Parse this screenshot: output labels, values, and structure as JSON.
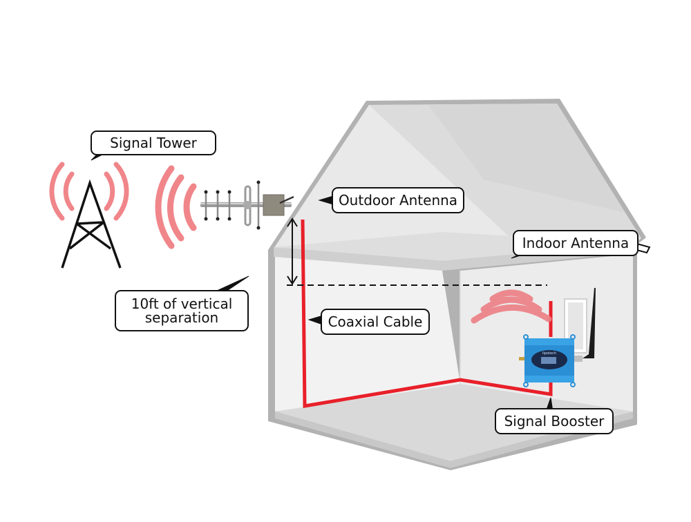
{
  "diagram": {
    "title": "Cell phone signal booster installation",
    "labels": {
      "signal_tower": "Signal Tower",
      "outdoor_antenna": "Outdoor Antenna",
      "indoor_antenna": "Indoor Antenna",
      "coaxial_cable": "Coaxial Cable",
      "signal_booster": "Signal Booster",
      "vertical_separation_line1": "10ft of vertical",
      "vertical_separation_line2": "separation"
    },
    "device_brand": "lipotech",
    "icons": [
      "tower-icon",
      "radio-waves-icon",
      "yagi-antenna-icon",
      "panel-antenna-icon",
      "booster-device-icon",
      "whip-antenna-icon"
    ],
    "colors": {
      "wave": "#f0868a",
      "cable": "#e8202a",
      "house_outline": "#a8a8a8",
      "wall_light": "#f1f1f1",
      "wall_mid": "#e3e3e3",
      "roof": "#dcdcdc",
      "booster": "#2b8fd6"
    }
  }
}
